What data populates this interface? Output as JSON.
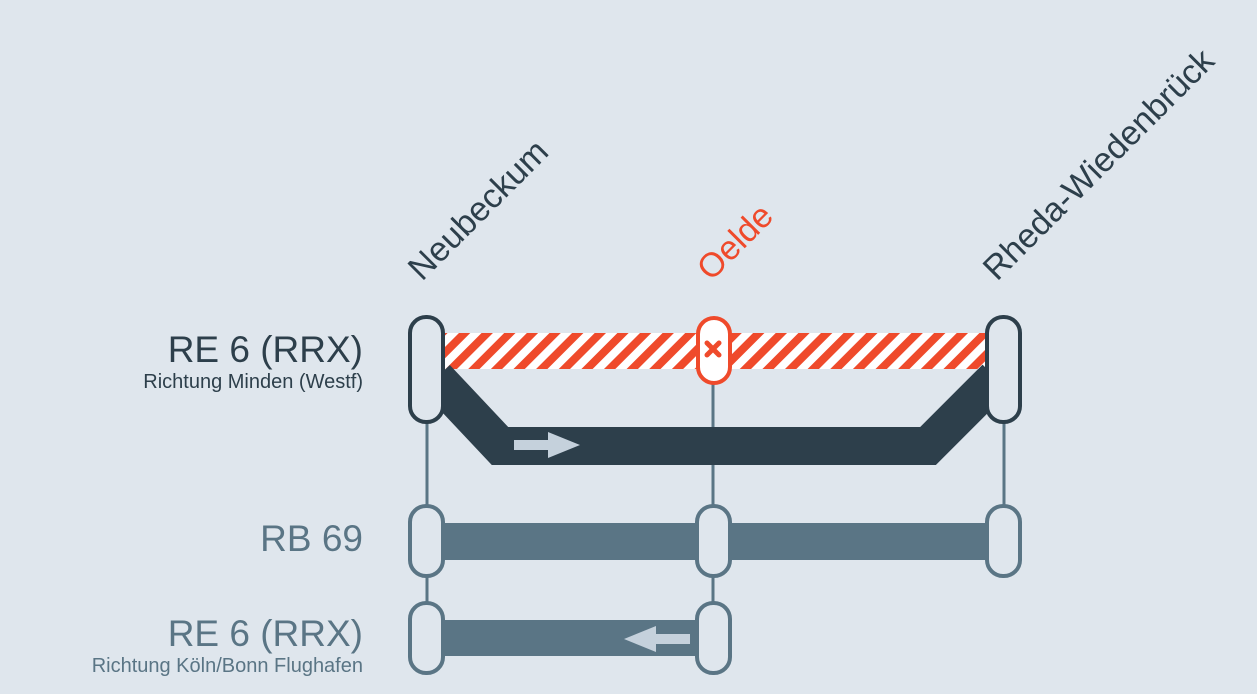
{
  "stations": [
    {
      "name": "Neubeckum",
      "status": "normal"
    },
    {
      "name": "Oelde",
      "status": "cancelled"
    },
    {
      "name": "Rheda-Wiedenbrück",
      "status": "normal"
    }
  ],
  "lines": [
    {
      "name": "RE 6 (RRX)",
      "direction": "Richtung Minden (Westf)",
      "note": "Oelde stop cancelled, train runs through",
      "arrow": "right"
    },
    {
      "name": "RB 69",
      "direction": "",
      "arrow": "none"
    },
    {
      "name": "RE 6 (RRX)",
      "direction": "Richtung Köln/Bonn Flughafen",
      "arrow": "left"
    }
  ],
  "colors": {
    "background": "#dfe6ed",
    "dark": "#2d3f4b",
    "muted": "#5a7585",
    "alert": "#ef4a2b",
    "arrow": "#c5d1dc",
    "white": "#ffffff"
  }
}
